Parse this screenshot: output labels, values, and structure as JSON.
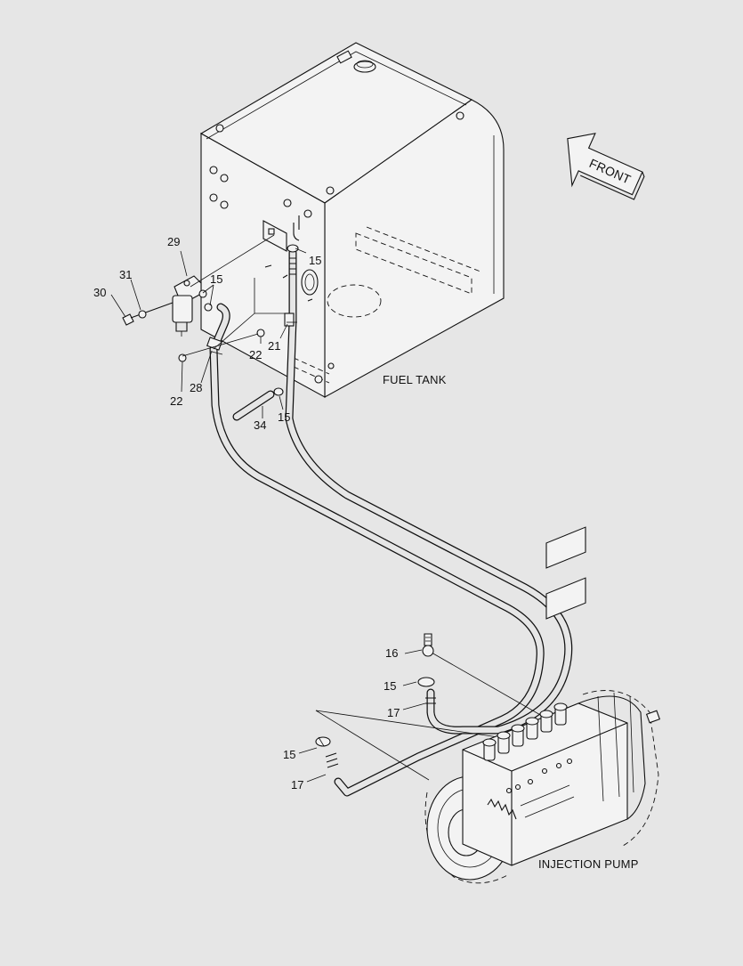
{
  "labels": {
    "fuel_tank": "FUEL TANK",
    "injection_pump": "INJECTION PUMP",
    "front": "FRONT"
  },
  "parts": {
    "p29": "29",
    "p31": "31",
    "p30": "30",
    "p15_filter": "15",
    "p15_tank": "15",
    "p21": "21",
    "p22_upper": "22",
    "p22_lower": "22",
    "p28": "28",
    "p34": "34",
    "p15_return": "15",
    "p16": "16",
    "p15_pump_upper": "15",
    "p17_upper": "17",
    "p15_pump_lower": "15",
    "p17_lower": "17"
  },
  "colors": {
    "background": "#e6e6e6",
    "line": "#111111"
  }
}
